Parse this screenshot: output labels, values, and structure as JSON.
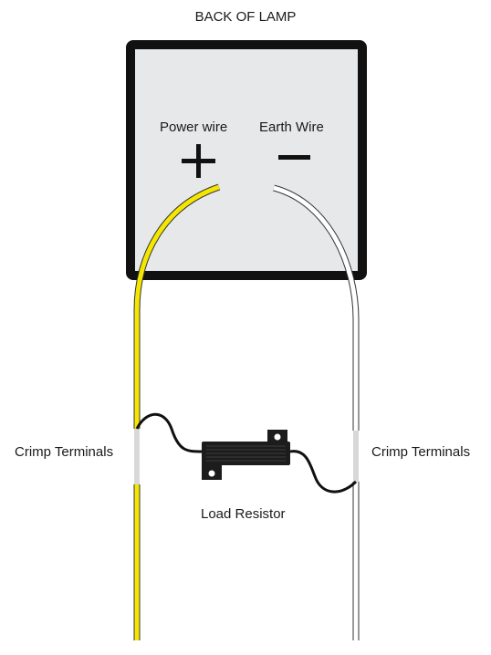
{
  "title": "BACK OF LAMP",
  "power_wire_label": "Power wire",
  "earth_wire_label": "Earth Wire",
  "plus_symbol": "+",
  "minus_symbol": "—",
  "crimp_left_label": "Crimp Terminals",
  "crimp_right_label": "Crimp Terminals",
  "resistor_label": "Load Resistor",
  "colors": {
    "lamp_fill": "#e7e8ea",
    "lamp_border": "#111111",
    "power_wire": "#f5e600",
    "earth_wire": "#ffffff",
    "wire_outline": "#333333",
    "crimp": "#d8d8d8",
    "resistor_wire": "#111111",
    "resistor_body": "#1c1c1c"
  }
}
